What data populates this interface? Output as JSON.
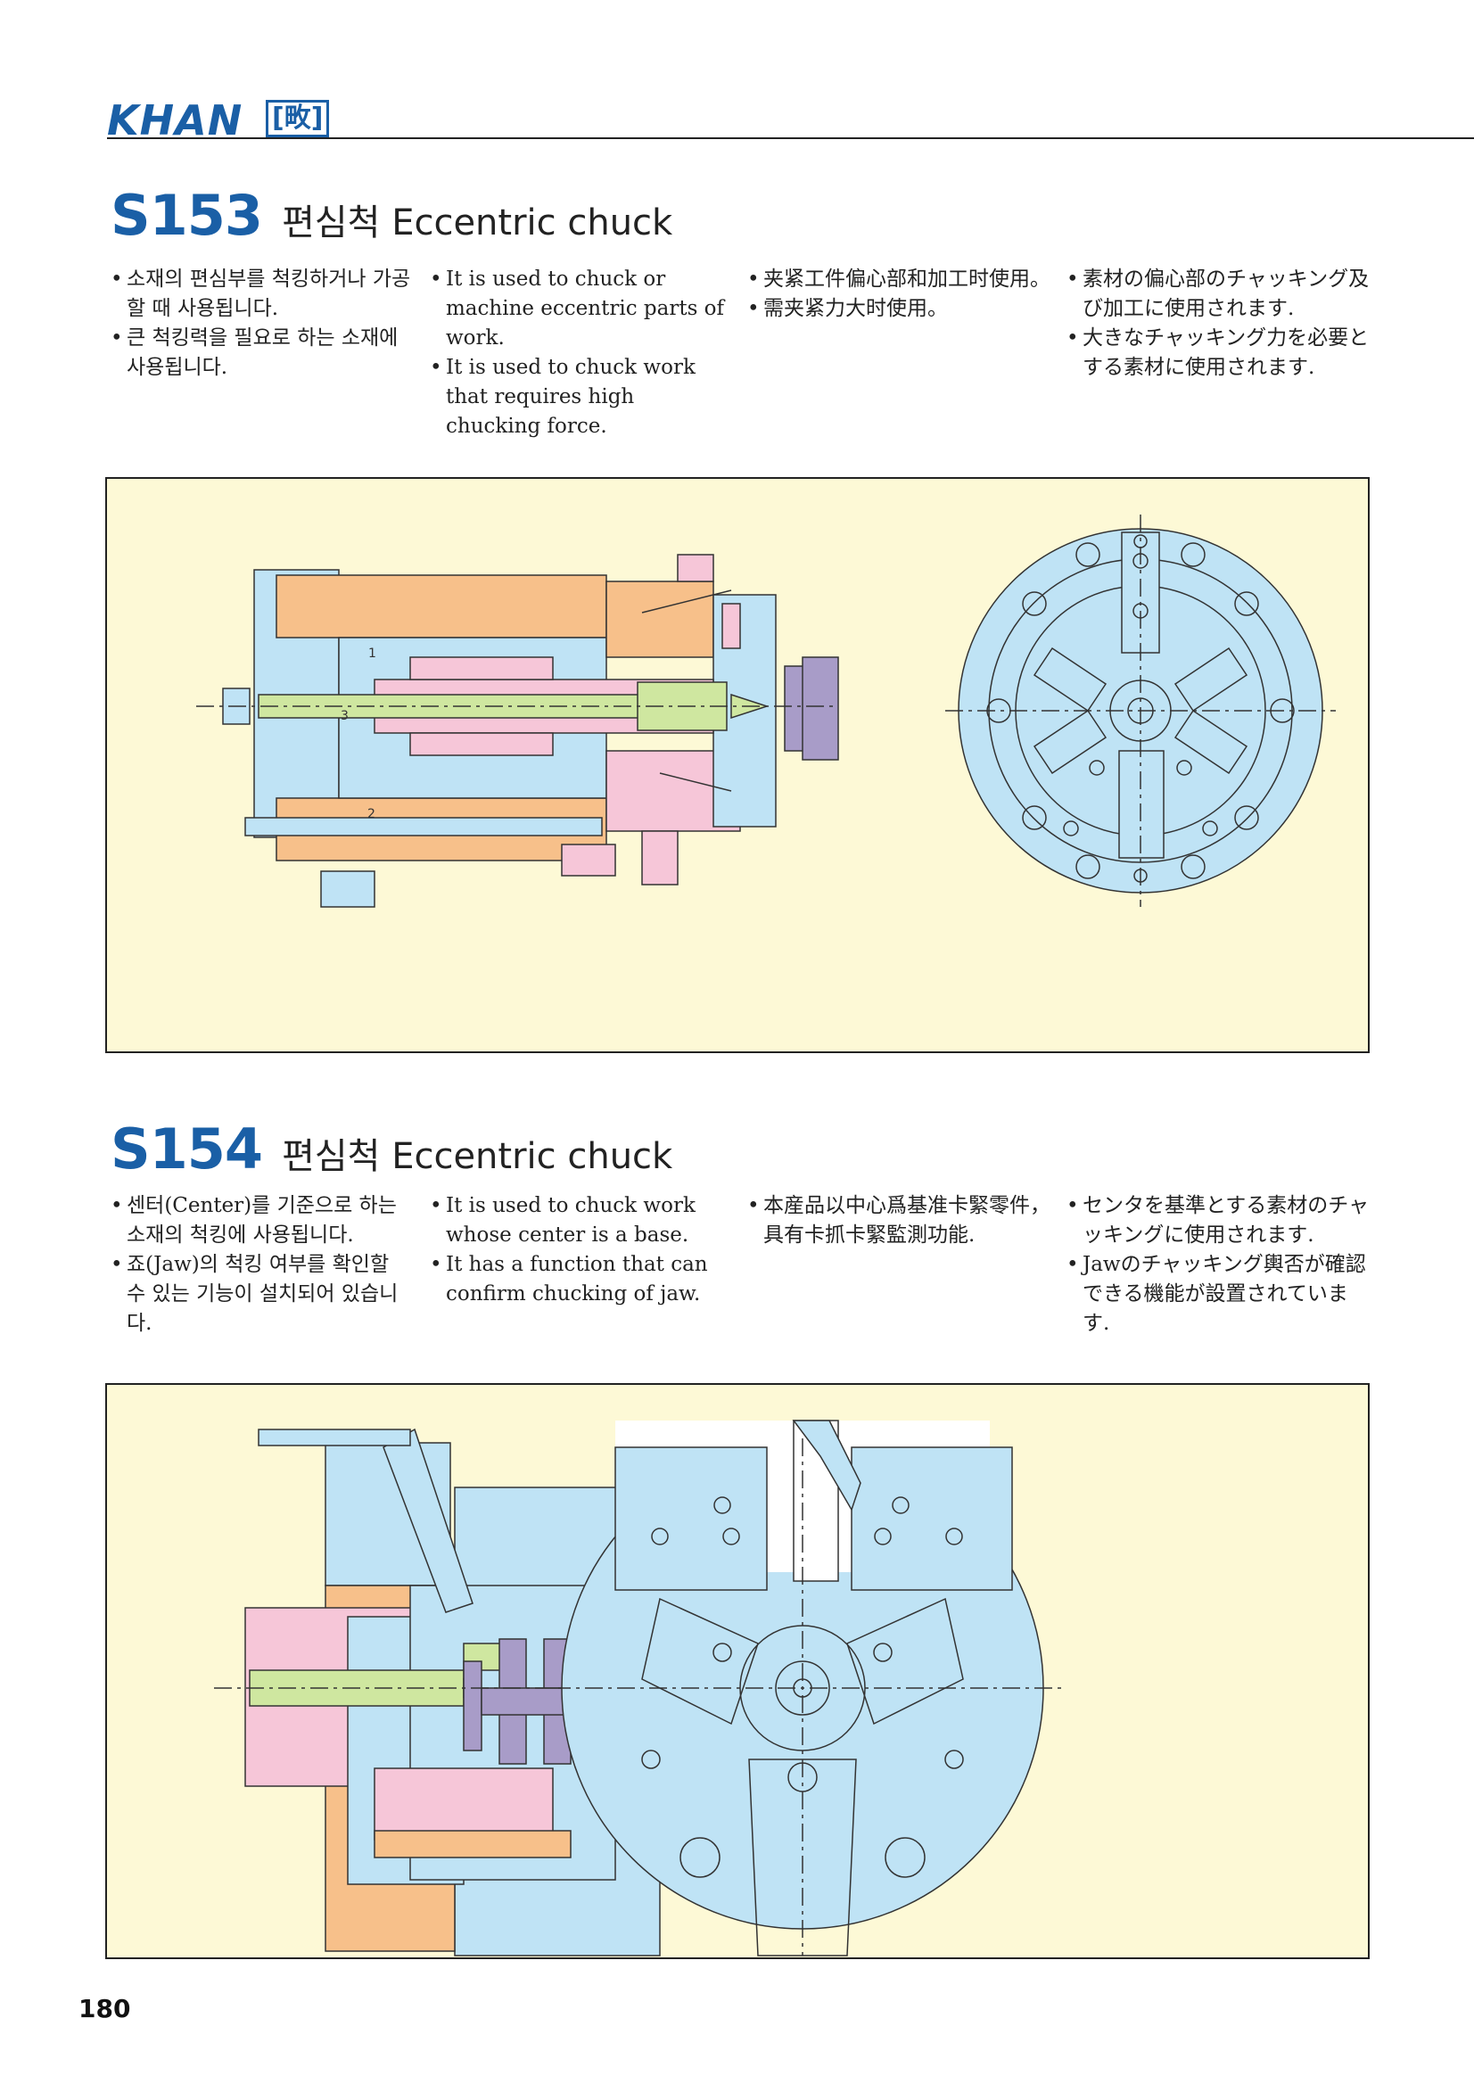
{
  "header": {
    "logo": "KHAN",
    "logo_mark": "[畋]"
  },
  "sections": [
    {
      "code": "S153",
      "title": "편심척 Eccentric chuck",
      "ko": [
        "소재의 편심부를 척킹하거나 가공할 때 사용됩니다.",
        "큰 척킹력을 필요로 하는 소재에 사용됩니다."
      ],
      "en": [
        "It is used to chuck or machine eccentric parts of work.",
        "It is used to chuck work that requires high chucking force."
      ],
      "zh": [
        "夹紧工件偏心部和加工时使用。",
        "需夹紧力大时使用。"
      ],
      "ja": [
        "素材の偏心部のチャッキング及び加工に使用されます.",
        "大きなチャッキング力を必要とする素材に使用されます."
      ]
    },
    {
      "code": "S154",
      "title": "편심척 Eccentric chuck",
      "ko": [
        "센터(Center)를 기준으로 하는 소재의 척킹에 사용됩니다.",
        "죠(Jaw)의 척킹 여부를 확인할 수 있는 기능이 설치되어 있습니다."
      ],
      "en": [
        "It is used to chuck work whose center is a base.",
        "It has a function that can confirm chucking of jaw."
      ],
      "zh": [
        "本産品以中心爲基准卡緊零件，具有卡抓卡緊監測功能."
      ],
      "ja": [
        "センタを基準とする素材のチャッキングに使用されます.",
        "Jawのチャッキング輿否が確認できる機能が設置されています."
      ]
    }
  ],
  "drawing_labels": [
    "1",
    "2",
    "3"
  ],
  "page_number": "180",
  "colors": {
    "accent": "#1a5fa6",
    "panel": "#fdf9d6",
    "blue": "#bfe3f5",
    "orange": "#f7c08a",
    "pink": "#f6c6d8",
    "green": "#cfe7a0",
    "purple": "#a89cc8"
  }
}
